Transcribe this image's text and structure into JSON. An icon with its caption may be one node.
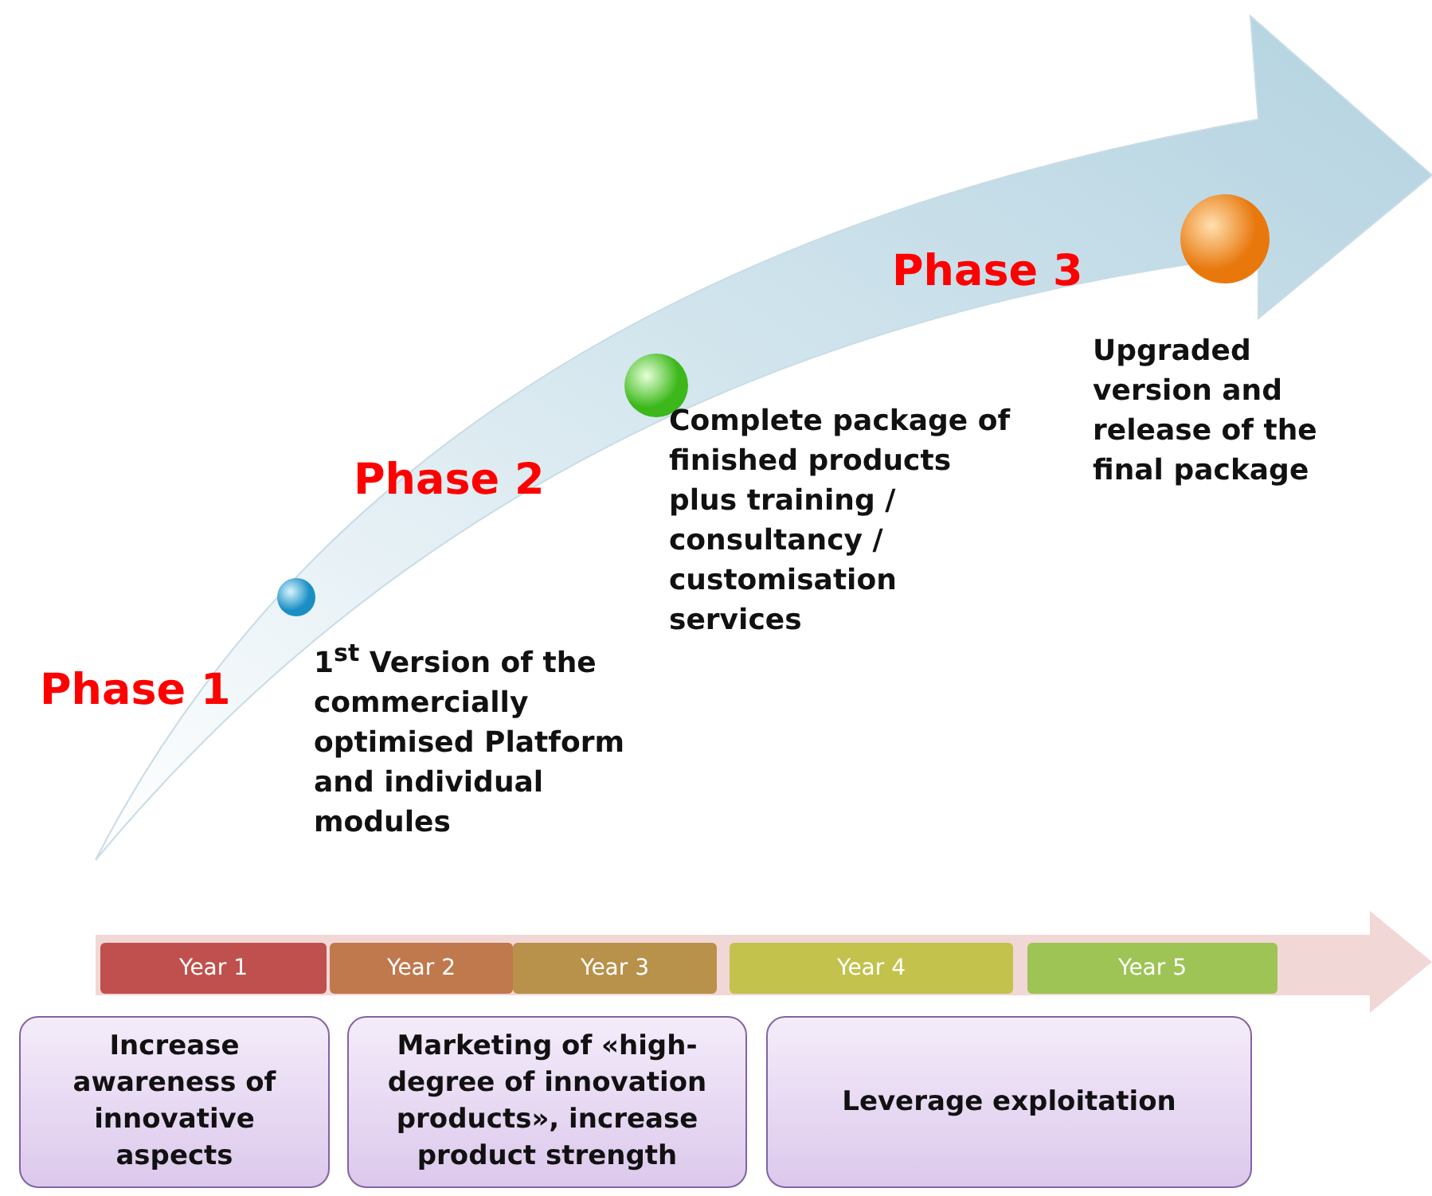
{
  "diagram": {
    "nodes": [
      {
        "text": [],
        "shape": "circle",
        "beside": [
          "1$^{st}$ Version of the commercially optimised Platform and individual modules"
        ]
      },
      {
        "text": [],
        "shape": "circle",
        "beside": [
          "Complete package of finished products plus training / consultancy / customisation services"
        ]
      },
      {
        "text": [],
        "shape": "circle",
        "beside": [
          "Upgraded version and release of the final package"
        ]
      },
      {
        "text": [],
        "shape": "arrow"
      },
      {
        "text": [
          "Year 1"
        ],
        "in": 3
      },
      {
        "text": [
          "Year 2"
        ],
        "in": 3
      },
      {
        "text": [
          "Year 3"
        ],
        "in": 3
      },
      {
        "text": [
          "Year 4"
        ],
        "in": 3
      },
      {
        "text": [
          "Year 5"
        ],
        "in": 3
      },
      {
        "text": [
          "Increase awareness of innovative aspects"
        ]
      },
      {
        "text": [
          "Marketing of «high-degree of innovation products», increase product strength"
        ]
      },
      {
        "text": [
          "Leverage exploitation"
        ]
      }
    ],
    "edges": [],
    "labels": [
      "Phase 3",
      "Phase 2",
      "Phase 1"
    ]
  }
}
